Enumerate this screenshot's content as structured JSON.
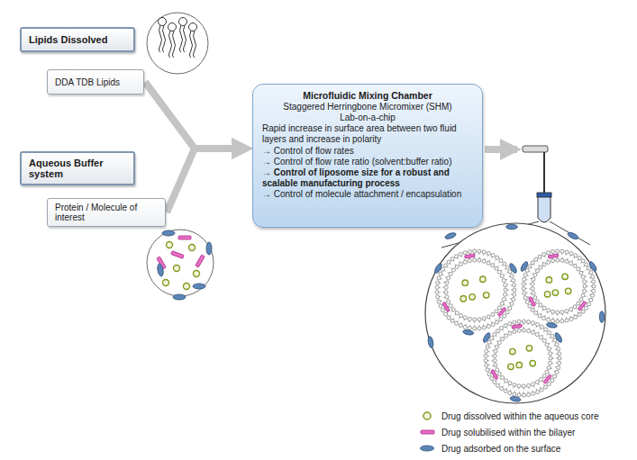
{
  "diagram": {
    "nodes": [
      {
        "text": [
          "Lipids Dissolved"
        ]
      },
      {
        "text": [
          "DDA TDB Lipids"
        ]
      },
      {
        "text": [
          "Aqueous Buffer system"
        ]
      },
      {
        "text": [
          "Protein / Molecule of interest"
        ]
      },
      {
        "text": [
          "Microfluidic Mixing Chamber",
          "Staggered Herringbone Micromixer (SHM)",
          "Lab-on-a-chip",
          "Rapid increase in surface area between two fluid layers and increase in polarity",
          "→ Control of flow rates",
          "→ Control of flow rate ratio (solvent:buffer ratio)",
          "→ Control of liposome size for a robust and scalable manufacturing process",
          "→ Control of molecule attachment / encapsulation"
        ]
      }
    ],
    "edges": [
      {
        "from": 1,
        "to": 4,
        "arrow": "to"
      },
      {
        "from": 3,
        "to": 4,
        "arrow": "to"
      }
    ],
    "legend": [
      {
        "text": "Drug dissolved within the aqueous core"
      },
      {
        "text": "Drug solubilised within the bilayer"
      },
      {
        "text": "Drug adsorbed on the surface"
      }
    ]
  }
}
